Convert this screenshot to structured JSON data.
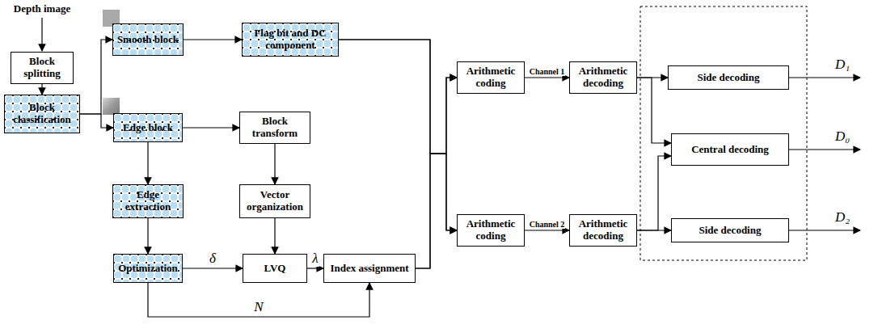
{
  "diagram": {
    "nodes": [
      {
        "text": [
          "Block splitting"
        ]
      },
      {
        "text": [
          "Block classification"
        ]
      },
      {
        "text": [
          "Smooth block"
        ]
      },
      {
        "text": [
          "Flag bit and DC component"
        ]
      },
      {
        "text": [
          "Edge block"
        ]
      },
      {
        "text": [
          "Block transform"
        ]
      },
      {
        "text": [
          "Edge extraction"
        ]
      },
      {
        "text": [
          "Vector organization"
        ]
      },
      {
        "text": [
          "Optimization"
        ]
      },
      {
        "text": [
          "LVQ"
        ]
      },
      {
        "text": [
          "Index assignment"
        ]
      },
      {
        "text": [
          "Arithmetic coding"
        ]
      },
      {
        "text": [
          "Arithmetic decoding"
        ]
      },
      {
        "text": [
          "Side decoding"
        ]
      },
      {
        "text": [
          "Central decoding"
        ]
      },
      {
        "text": [
          "Arithmetic coding"
        ]
      },
      {
        "text": [
          "Arithmetic decoding"
        ]
      },
      {
        "text": [
          "Side decoding"
        ]
      }
    ],
    "edges": [
      {
        "from": 0,
        "to": 1,
        "arrow": "to"
      },
      {
        "from": 1,
        "to": 2,
        "arrow": "to"
      },
      {
        "from": 1,
        "to": 4,
        "arrow": "to"
      },
      {
        "from": 2,
        "to": 3,
        "arrow": "to"
      },
      {
        "from": 4,
        "to": 5,
        "arrow": "to"
      },
      {
        "from": 4,
        "to": 6,
        "arrow": "to"
      },
      {
        "from": 5,
        "to": 7,
        "arrow": "to"
      },
      {
        "from": 6,
        "to": 8,
        "arrow": "to"
      },
      {
        "from": 7,
        "to": 9,
        "arrow": "to"
      },
      {
        "from": 8,
        "to": 9,
        "label": "δ",
        "arrow": "to"
      },
      {
        "from": 9,
        "to": 10,
        "label": "λ",
        "arrow": "to"
      },
      {
        "from": 8,
        "to": 10,
        "label": "N",
        "arrow": "to"
      },
      {
        "from": 3,
        "to": 11,
        "arrow": "to"
      },
      {
        "from": 3,
        "to": 15,
        "arrow": "to"
      },
      {
        "from": 10,
        "to": 11,
        "arrow": "to"
      },
      {
        "from": 10,
        "to": 15,
        "arrow": "to"
      },
      {
        "from": 11,
        "to": 12,
        "label": "Channel 1",
        "arrow": "to"
      },
      {
        "from": 15,
        "to": 16,
        "label": "Channel 2",
        "arrow": "to"
      },
      {
        "from": 12,
        "to": 13,
        "arrow": "to"
      },
      {
        "from": 12,
        "to": 14,
        "arrow": "to"
      },
      {
        "from": 16,
        "to": 14,
        "arrow": "to"
      },
      {
        "from": 16,
        "to": 17,
        "arrow": "to"
      }
    ],
    "labels": [
      "Depth image",
      "D₁",
      "D₀",
      "D₂"
    ]
  }
}
